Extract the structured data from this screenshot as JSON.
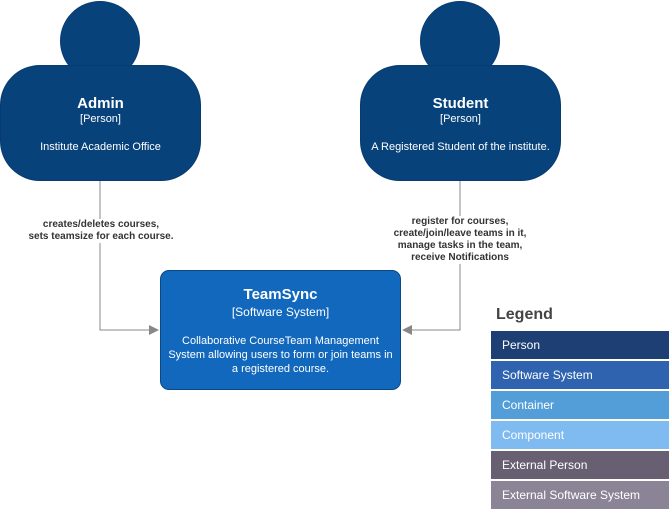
{
  "admin": {
    "name": "Admin",
    "type": "[Person]",
    "description": "Institute Academic Office"
  },
  "student": {
    "name": "Student",
    "type": "[Person]",
    "description": "A Registered Student of the institute."
  },
  "system": {
    "name": "TeamSync",
    "type": "[Software System]",
    "description": "Collaborative CourseTeam Management System allowing users to form or join teams in a registered course."
  },
  "edges": {
    "admin_to_system": "creates/deletes courses,\nsets teamsize for each course.",
    "student_to_system": "register for courses,\ncreate/join/leave teams in it,\nmanage tasks in the team,\nreceive Notifications"
  },
  "legend": {
    "title": "Legend",
    "items": [
      {
        "label": "Person",
        "color": "#1e3f74"
      },
      {
        "label": "Software System",
        "color": "#2f63b0"
      },
      {
        "label": "Container",
        "color": "#539ed8"
      },
      {
        "label": "Component",
        "color": "#7fbaf0"
      },
      {
        "label": "External Person",
        "color": "#685f73"
      },
      {
        "label": "External Software System",
        "color": "#8b8496"
      }
    ]
  }
}
